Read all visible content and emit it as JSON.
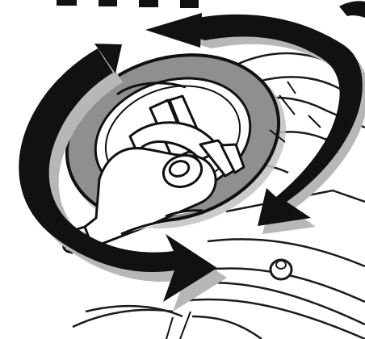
{
  "figure": {
    "heading_fragment": "",
    "subject": "caster-wheel-rotation-illustration",
    "arrow_directions": [
      "counterclockwise",
      "clockwise"
    ],
    "style": {
      "background": "#ffffff",
      "ink": "#111111",
      "tire_fill": "#8f8f8f",
      "shadow": "#a8a8a8",
      "line_art": "#1b1b1b"
    }
  }
}
